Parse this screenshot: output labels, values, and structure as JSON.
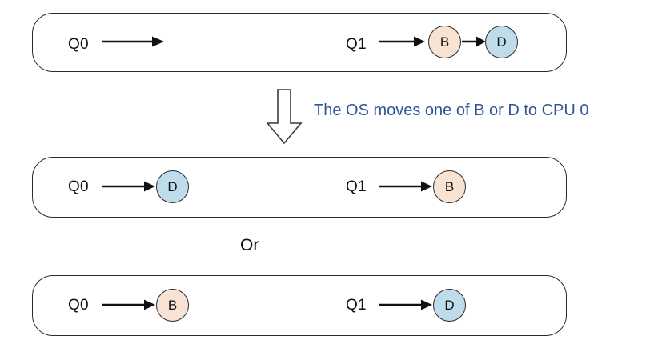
{
  "diagram": {
    "title_text_annotation": "The OS moves one of B or D to CPU 0",
    "or_label": "Or",
    "node_colors": {
      "b_fill": "#f7e2d4",
      "d_fill": "#bfdcec",
      "stroke": "#2b2b2b",
      "annotation_text": "#2f5597"
    },
    "rows": [
      {
        "name": "initial-state",
        "queues": [
          {
            "label": "Q0",
            "nodes": []
          },
          {
            "label": "Q1",
            "nodes": [
              {
                "id": "B",
                "color": "peach"
              },
              {
                "id": "D",
                "color": "blue"
              }
            ]
          }
        ]
      },
      {
        "name": "outcome-a",
        "queues": [
          {
            "label": "Q0",
            "nodes": [
              {
                "id": "D",
                "color": "blue"
              }
            ]
          },
          {
            "label": "Q1",
            "nodes": [
              {
                "id": "B",
                "color": "peach"
              }
            ]
          }
        ]
      },
      {
        "name": "outcome-b",
        "queues": [
          {
            "label": "Q0",
            "nodes": [
              {
                "id": "B",
                "color": "peach"
              }
            ]
          },
          {
            "label": "Q1",
            "nodes": [
              {
                "id": "D",
                "color": "blue"
              }
            ]
          }
        ]
      }
    ],
    "labels": {
      "row1_q0": "Q0",
      "row1_q1": "Q1",
      "row1_node1": "B",
      "row1_node2": "D",
      "row2_q0": "Q0",
      "row2_q1": "Q1",
      "row2_node1": "D",
      "row2_node2": "B",
      "row3_q0": "Q0",
      "row3_q1": "Q1",
      "row3_node1": "B",
      "row3_node2": "D"
    }
  }
}
